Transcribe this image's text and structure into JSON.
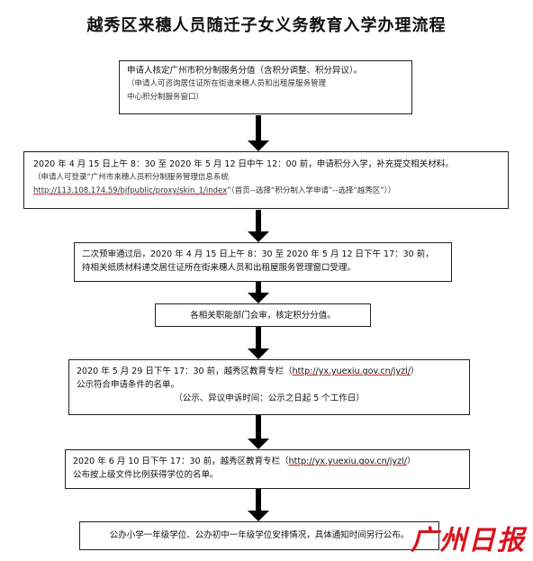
{
  "title": "越秀区来穗人员随迁子女义务教育入学办理流程",
  "steps": [
    {
      "line1": "申请人核定广州市积分制服务分值（含积分调整、积分异议）。",
      "line2": "（申请人可咨询居住证所在街道来穗人员和出租屋服务管理",
      "line3": "中心积分制服务窗口）"
    },
    {
      "line1": "2020 年 4 月 15 日上午 8：30 至 2020 年 5 月 12 日中午 12：00 前，申请积分入学，补充提交相关材料。",
      "line2": "（申请人可登录“广州市来穗人员积分制服务管理信息系统",
      "line3_url": "http://113.108.174.59/bjfpublic/proxy/skin_1/index",
      "line3_rest": "”（首页--选择“积分制入学申请”--选择“越秀区”））"
    },
    {
      "line1": "二次预审通过后，2020 年 4 月 15 日上午 8：30 至 2020 年 5 月 12 日下午 17：30 前，",
      "line2": "持相关纸质材料递交居住证所在街来穗人员和出租屋服务管理窗口受理。"
    },
    {
      "line1": "各相关职能部门会审，核定积分分值。"
    },
    {
      "line1_pre": "2020 年 5 月 29 日下午 17：30 前，越秀区教育专栏（",
      "line1_url": "http://yx.yuexiu.gov.cn/jyzl/",
      "line1_post": "）",
      "line2": "公示符合申请条件的名单。",
      "line3": "（公示、异议申诉时间：公示之日起 5 个工作日）"
    },
    {
      "line1_pre": "2020 年 6 月 10 日下午 17：30 前，越秀区教育专栏（",
      "line1_url": "http://yx.yuexiu.gov.cn/jyzl/",
      "line1_post": "）",
      "line2": "公布按上级文件比例获得学位的名单。"
    },
    {
      "line1": "公办小学一年级学位、公办初中一年级学位安排情况，具体通知时间另行公布。"
    }
  ],
  "watermark": "广州日报",
  "colors": {
    "arrow": "#000000",
    "border": "#222222",
    "watermark": "#d8141d"
  }
}
